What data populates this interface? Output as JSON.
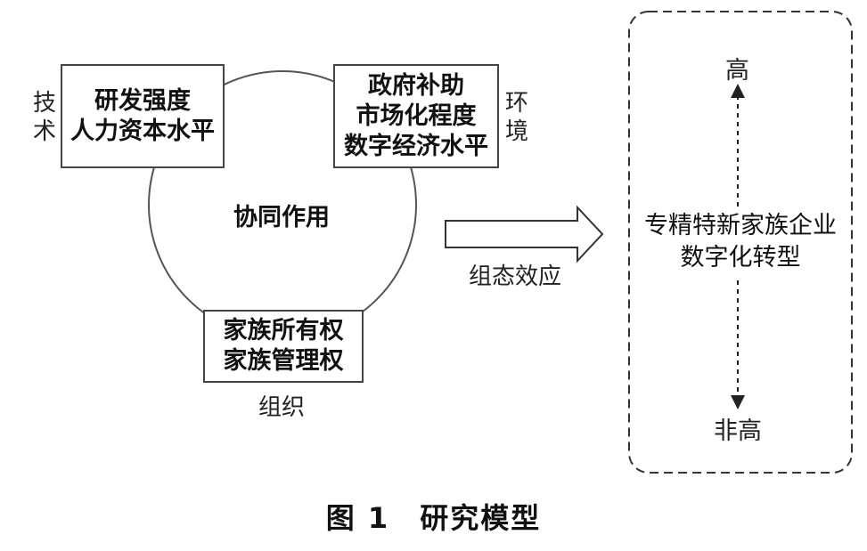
{
  "figure": {
    "center_label": "协同作用",
    "tech": {
      "side_label": "技术",
      "lines": [
        "研发强度",
        "人力资本水平"
      ]
    },
    "env": {
      "side_label": "环境",
      "lines": [
        "政府补助",
        "市场化程度",
        "数字经济水平"
      ]
    },
    "org": {
      "below_label": "组织",
      "lines": [
        "家族所有权",
        "家族管理权"
      ]
    },
    "arrow_label": "组态效应",
    "outcome": {
      "top": "高",
      "lines": [
        "专精特新家族企业",
        "数字化转型"
      ],
      "bottom": "非高"
    }
  },
  "caption": "图 1　研究模型"
}
